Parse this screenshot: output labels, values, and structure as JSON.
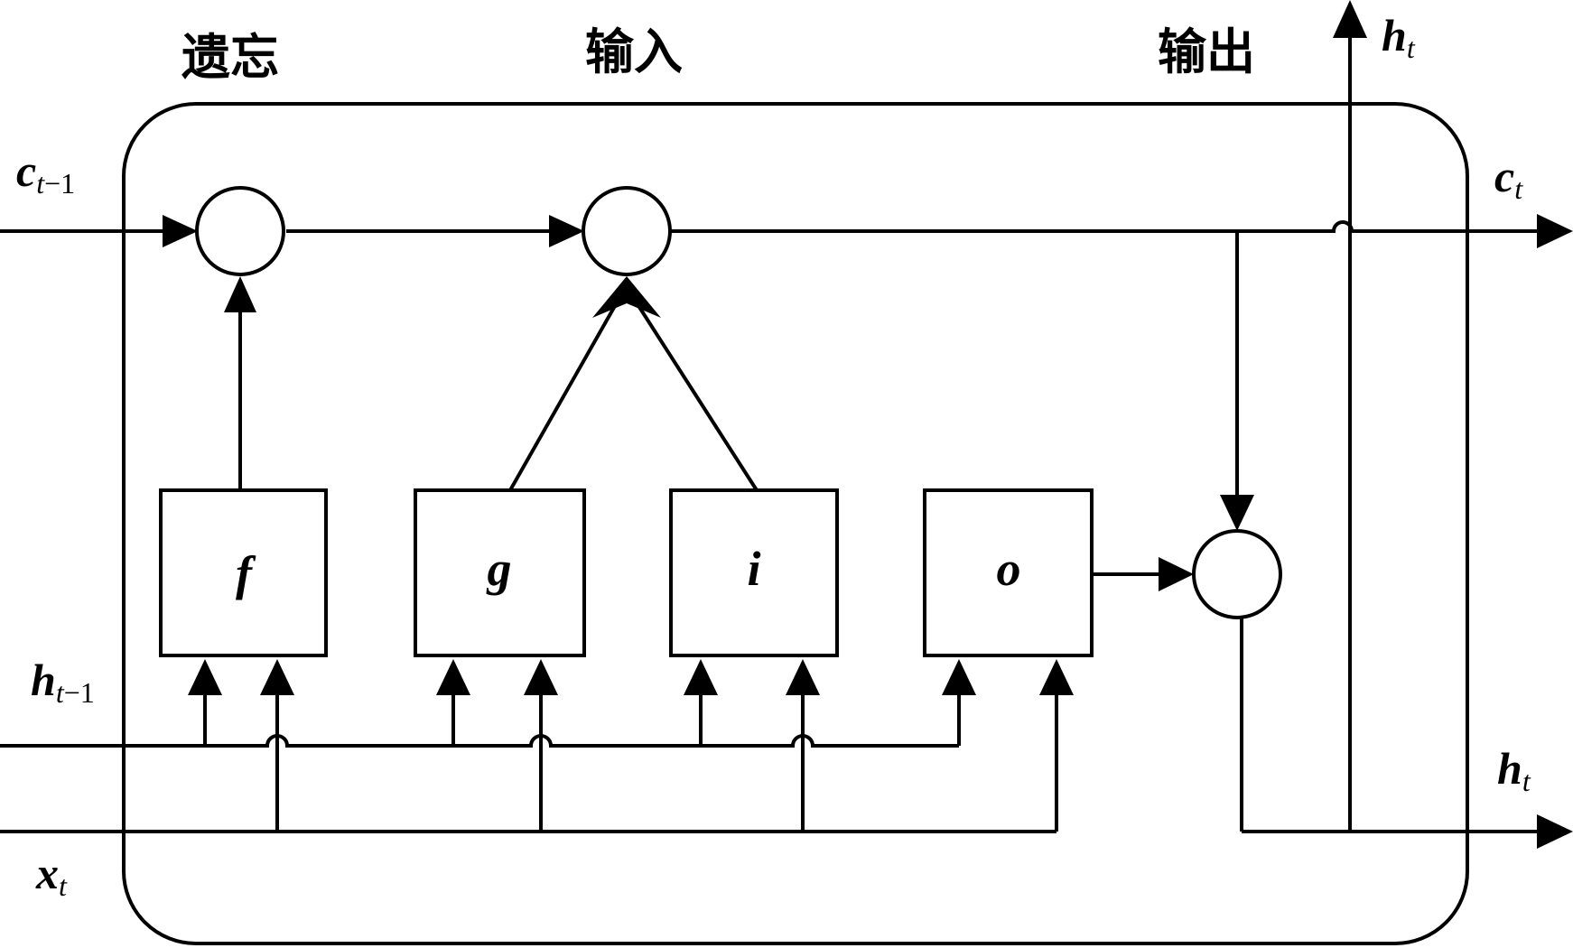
{
  "sections": {
    "forget": "遗忘",
    "input": "输入",
    "output": "输出"
  },
  "gates": {
    "f": "f",
    "g": "g",
    "i": "i",
    "o": "o"
  },
  "variables": {
    "c_prev": {
      "base": "c",
      "sub": "t",
      "sub_suffix": "−1"
    },
    "h_prev": {
      "base": "h",
      "sub": "t",
      "sub_suffix": "−1"
    },
    "x_t": {
      "base": "x",
      "sub": "t"
    },
    "c_t": {
      "base": "c",
      "sub": "t"
    },
    "h_t_out": {
      "base": "h",
      "sub": "t"
    },
    "h_t_up": {
      "base": "h",
      "sub": "t"
    }
  },
  "colors": {
    "stroke": "#000000",
    "background": "#ffffff"
  }
}
